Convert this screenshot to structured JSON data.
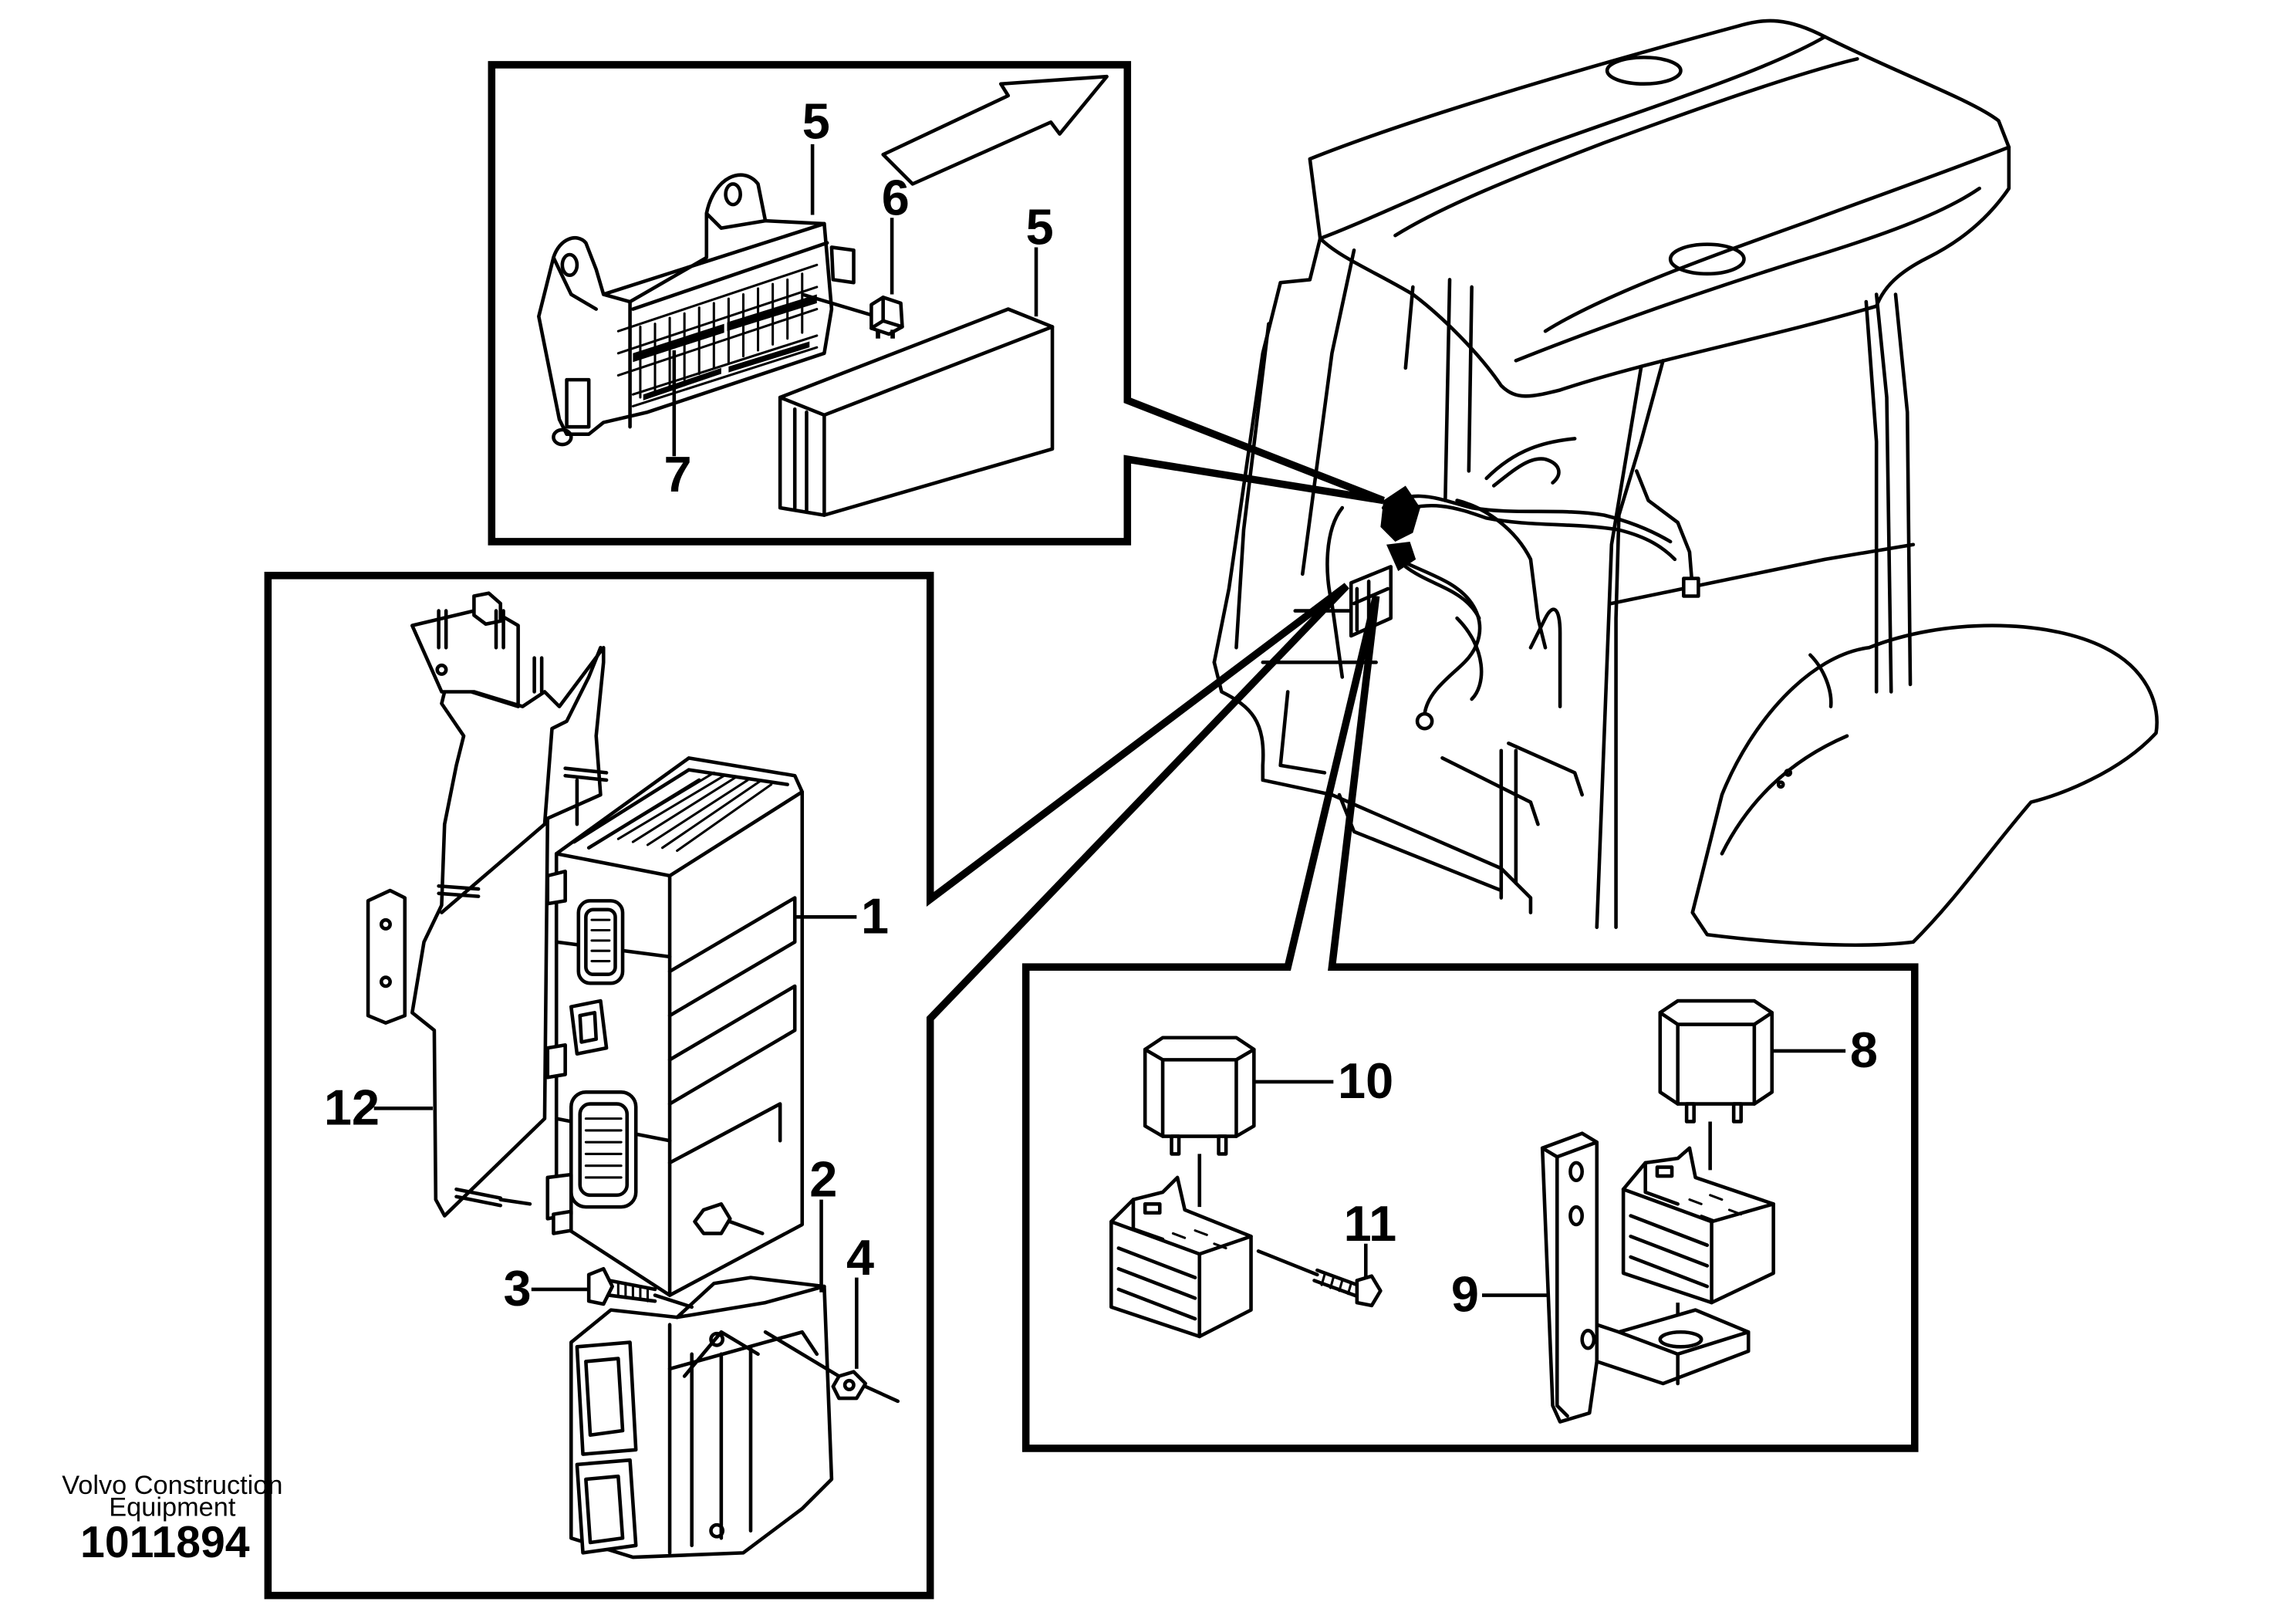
{
  "callouts": {
    "c1": "1",
    "c2": "2",
    "c3": "3",
    "c4": "4",
    "c5a": "5",
    "c5b": "5",
    "c6": "6",
    "c7": "7",
    "c8": "8",
    "c9": "9",
    "c10": "10",
    "c11": "11",
    "c12": "12"
  },
  "credit": {
    "line1": "Volvo Construction",
    "line2": "Equipment",
    "doc_number": "1011894"
  }
}
